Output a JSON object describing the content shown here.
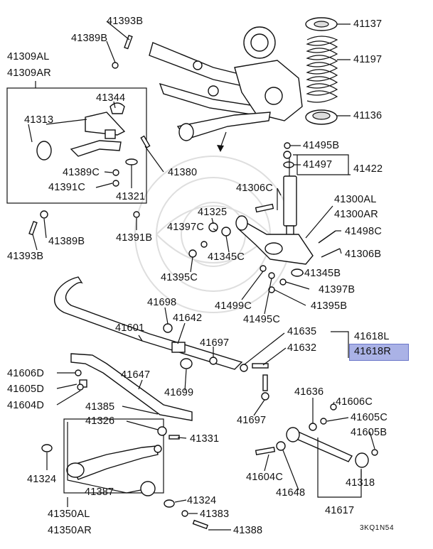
{
  "diagram": {
    "image_code": "3KQ1N54",
    "highlighted_part": "41618R",
    "labels": {
      "p41393b_top": "41393B",
      "p41389b_top": "41389B",
      "p41309al": "41309AL",
      "p41309ar": "41309AR",
      "p41344": "41344",
      "p41313": "41313",
      "p41389c": "41389C",
      "p41391c": "41391C",
      "p41321": "41321",
      "p41380": "41380",
      "p41389b_bot": "41389B",
      "p41393b_bot": "41393B",
      "p41391b": "41391B",
      "p41137": "41137",
      "p41197": "41197",
      "p41136": "41136",
      "p41495b": "41495B",
      "p41497": "41497",
      "p41422": "41422",
      "p41306c": "41306C",
      "p41300al": "41300AL",
      "p41300ar": "41300AR",
      "p41325": "41325",
      "p41397c": "41397C",
      "p41345c": "41345C",
      "p41498c": "41498C",
      "p41306b": "41306B",
      "p41395c": "41395C",
      "p41345b": "41345B",
      "p41397b": "41397B",
      "p41499c": "41499C",
      "p41395b": "41395B",
      "p41495c": "41495C",
      "p41698": "41698",
      "p41642": "41642",
      "p41601": "41601",
      "p41697_mid": "41697",
      "p41635": "41635",
      "p41618l": "41618L",
      "p41632": "41632",
      "p41618r": "41618R",
      "p41606d": "41606D",
      "p41647": "41647",
      "p41605d": "41605D",
      "p41604d": "41604D",
      "p41699": "41699",
      "p41385": "41385",
      "p41636": "41636",
      "p41606c": "41606C",
      "p41697_bot": "41697",
      "p41605c": "41605C",
      "p41326": "41326",
      "p41331": "41331",
      "p41605b": "41605B",
      "p41324_left": "41324",
      "p41604c": "41604C",
      "p41318": "41318",
      "p41387": "41387",
      "p41648": "41648",
      "p41324_bot": "41324",
      "p41350al": "41350AL",
      "p41350ar": "41350AR",
      "p41617": "41617",
      "p41383": "41383",
      "p41388": "41388"
    }
  }
}
